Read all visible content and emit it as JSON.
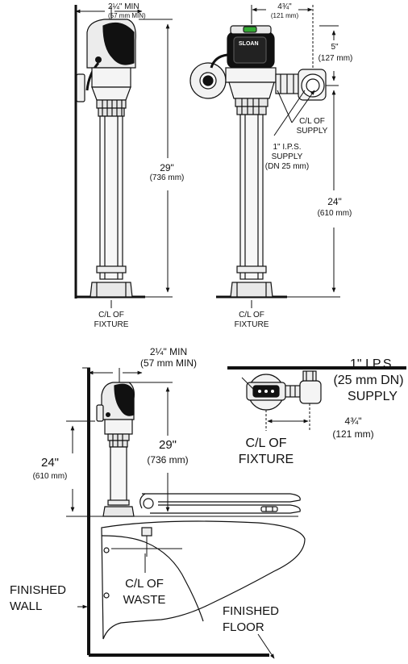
{
  "top_left": {
    "dim_min": "2¼\" MIN",
    "dim_min_mm": "(57 mm MIN)",
    "dim_height": "29\"",
    "dim_height_mm": "(736 mm)",
    "fixture_cl_1": "C/L OF",
    "fixture_cl_2": "FIXTURE"
  },
  "top_right": {
    "brand": "SLOAN",
    "dim_width": "4¾\"",
    "dim_width_mm": "(121 mm)",
    "dim_5": "5\"",
    "dim_5_mm": "(127 mm)",
    "supply_cl_1": "C/L OF",
    "supply_cl_2": "SUPPLY",
    "supply_1": "1\" I.P.S.",
    "supply_2": "SUPPLY",
    "supply_3": "(DN 25 mm)",
    "dim_24": "24\"",
    "dim_24_mm": "(610 mm)",
    "fixture_cl_1": "C/L OF",
    "fixture_cl_2": "FIXTURE"
  },
  "bottom": {
    "dim_min": "2¼\" MIN",
    "dim_min_mm": "(57 mm MIN)",
    "dim_29": "29\"",
    "dim_29_mm": "(736 mm)",
    "dim_24": "24\"",
    "dim_24_mm": "(610 mm)",
    "waste_1": "C/L OF",
    "waste_2": "WASTE",
    "wall_1": "FINISHED",
    "wall_2": "WALL",
    "floor_1": "FINISHED",
    "floor_2": "FLOOR"
  },
  "plan": {
    "supply_1": "1\" I.P.S.",
    "supply_2": "(25 mm DN)",
    "supply_3": "SUPPLY",
    "dim_width": "4¾\"",
    "dim_width_mm": "(121 mm)",
    "fixture_1": "C/L OF",
    "fixture_2": "FIXTURE"
  }
}
